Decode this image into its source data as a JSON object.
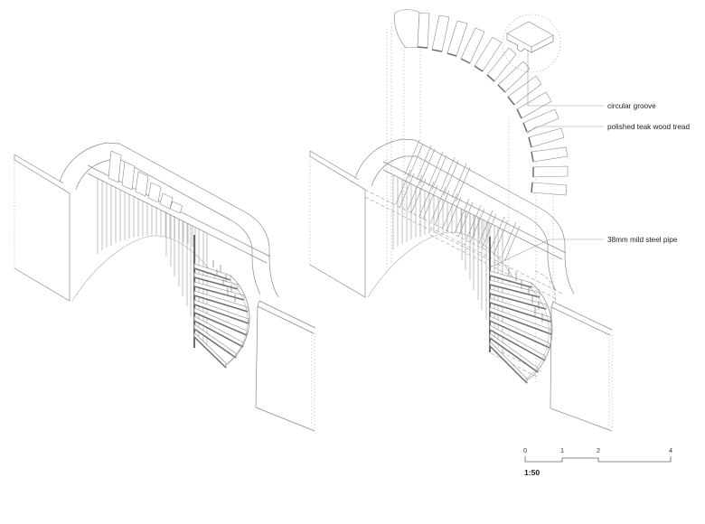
{
  "annotations": {
    "groove": "circular groove",
    "tread": "polished teak wood tread",
    "pipe": "38mm mild steel pipe"
  },
  "scale": {
    "marks": [
      "0",
      "1",
      "2",
      "4"
    ],
    "ratio": "1:50"
  },
  "colors": {
    "background": "#ffffff",
    "line": "#8a8a8a",
    "dark_line": "#5f5f5f",
    "dotted_line": "#9a9a9a",
    "text": "#1f1f1f"
  }
}
